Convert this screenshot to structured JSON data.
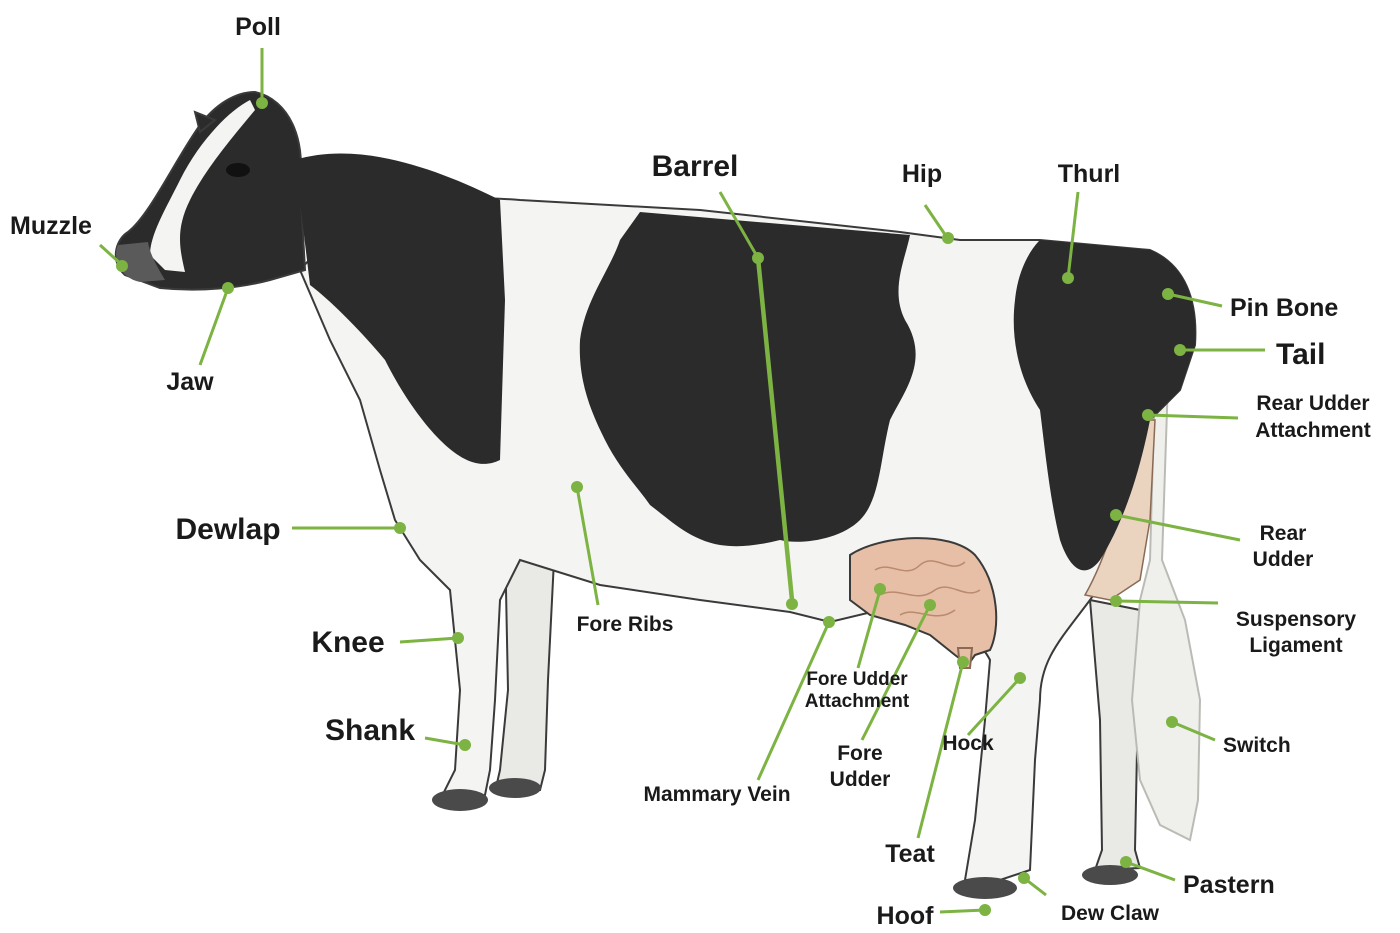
{
  "labels": {
    "poll": "Poll",
    "muzzle": "Muzzle",
    "jaw": "Jaw",
    "barrel": "Barrel",
    "hip": "Hip",
    "thurl": "Thurl",
    "pin_bone": "Pin Bone",
    "tail": "Tail",
    "rear_udder_attachment_1": "Rear Udder",
    "rear_udder_attachment_2": "Attachment",
    "rear_udder_1": "Rear",
    "rear_udder_2": "Udder",
    "suspensory_ligament_1": "Suspensory",
    "suspensory_ligament_2": "Ligament",
    "switch": "Switch",
    "pastern": "Pastern",
    "dew_claw": "Dew Claw",
    "hoof": "Hoof",
    "teat": "Teat",
    "hock": "Hock",
    "fore_udder_1": "Fore",
    "fore_udder_2": "Udder",
    "fore_udder_attachment_1": "Fore Udder",
    "fore_udder_attachment_2": "Attachment",
    "mammary_vein": "Mammary Vein",
    "fore_ribs": "Fore Ribs",
    "dewlap": "Dewlap",
    "knee": "Knee",
    "shank": "Shank"
  },
  "colors": {
    "leader": "#7cb342",
    "black_patch": "#2b2b2b",
    "white_coat": "#f4f4f2",
    "udder": "#e6bfa6",
    "hoof": "#4a4a4a",
    "nose": "#5a5a5a"
  }
}
